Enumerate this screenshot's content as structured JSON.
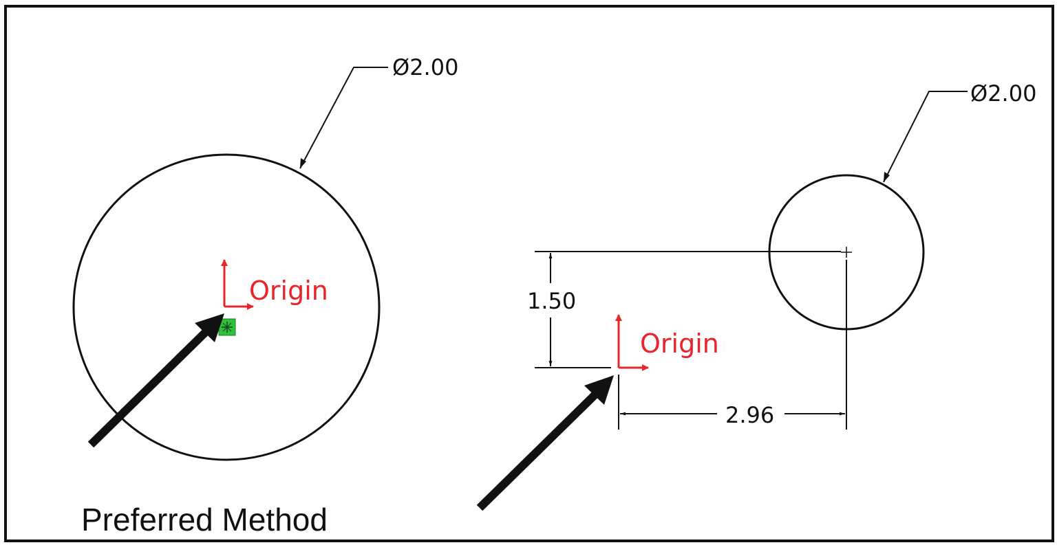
{
  "left_view": {
    "diameter_label": "Ø2.00",
    "origin_label": "Origin",
    "caption": "Preferred Method"
  },
  "right_view": {
    "diameter_label": "Ø2.00",
    "origin_label": "Origin",
    "vertical_dimension": "1.50",
    "horizontal_dimension": "2.96"
  },
  "colors": {
    "line": "#111111",
    "origin_axis": "#e8242c",
    "origin_marker": "#2fbf3a",
    "border": "#111111"
  }
}
